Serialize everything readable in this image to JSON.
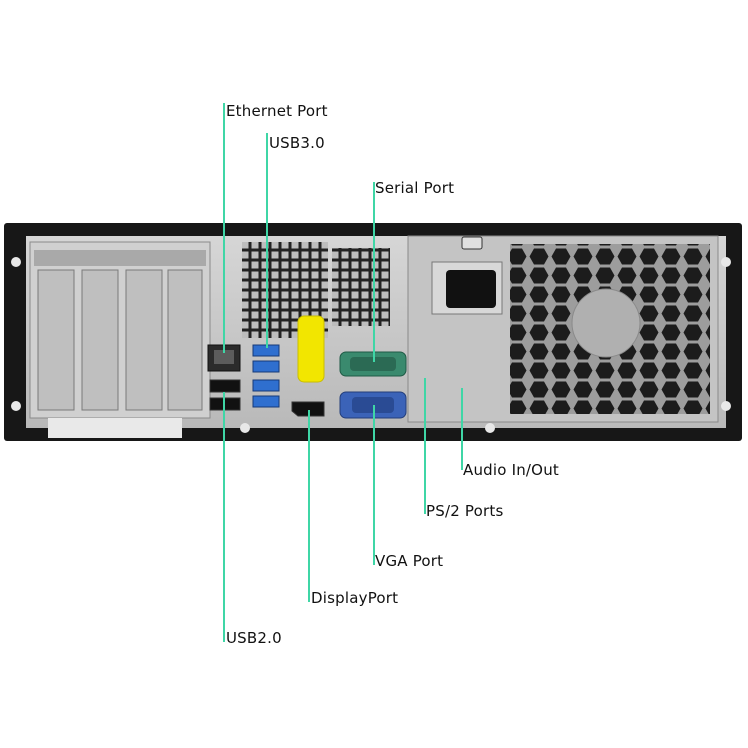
{
  "diagram": {
    "subject": "Small form factor desktop PC rear panel",
    "callouts": [
      {
        "id": "ethernet",
        "label": "Ethernet Port"
      },
      {
        "id": "usb3",
        "label": "USB3.0"
      },
      {
        "id": "serial",
        "label": "Serial Port"
      },
      {
        "id": "audio",
        "label": "Audio In/Out"
      },
      {
        "id": "ps2",
        "label": "PS/2 Ports"
      },
      {
        "id": "vga",
        "label": "VGA Port"
      },
      {
        "id": "displayport",
        "label": "DisplayPort"
      },
      {
        "id": "usb2",
        "label": "USB2.0"
      }
    ]
  },
  "colors": {
    "leader": "#3fd6a6",
    "chassis": "#1a1a1a",
    "panel": "#c9c9c9",
    "ps2_keyboard": "#7c4fa3",
    "ps2_mouse": "#3aa24a",
    "vga": "#3b63b8",
    "usb3": "#2f6fcf",
    "serial": "#3a8a6e",
    "latch": "#f2e600",
    "audio_in": "#67c9d6",
    "audio_out": "#a9d64a"
  }
}
